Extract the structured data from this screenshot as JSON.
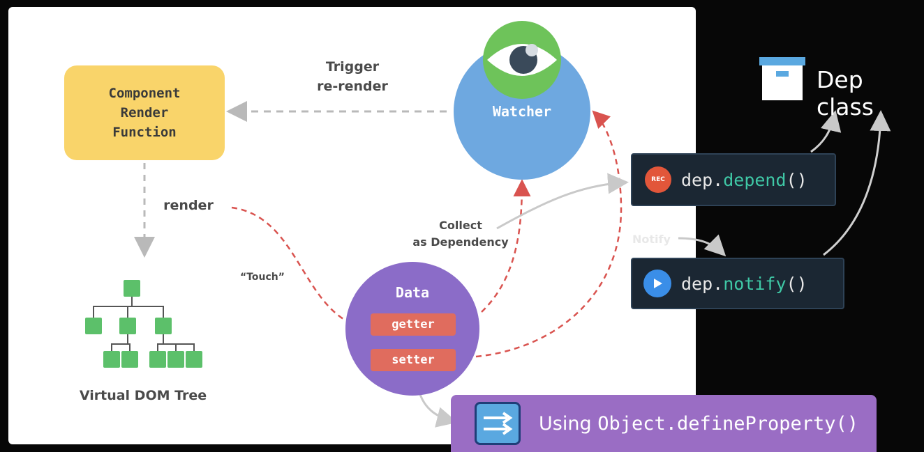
{
  "colors": {
    "render_box": "#f9d46a",
    "watcher": "#6ea8e0",
    "eye_ring": "#6ec35a",
    "data": "#8b6cc8",
    "getter_setter": "#e06c5e",
    "dashed_arrow": "#d9534f",
    "gray_arrow": "#b9b9b9",
    "code_bg": "#1b2733",
    "code_fn": "#3fc8a6",
    "tree_node": "#5cc06a",
    "define_bar": "#9a6dc4"
  },
  "render_box": {
    "text": "Component\nRender\nFunction"
  },
  "trigger_label": "Trigger\nre-render",
  "render_label": "render",
  "touch_label": "“Touch”",
  "collect_label": "Collect\nas Dependency",
  "vdom_label": "Virtual DOM Tree",
  "watcher": {
    "title": "Watcher",
    "icon": "eye-icon"
  },
  "data_node": {
    "title": "Data",
    "getter": "getter",
    "setter": "setter"
  },
  "dep_class": {
    "label": "Dep class",
    "icon": "archive-box-icon"
  },
  "depend": {
    "badge": "REC",
    "object": "dep.",
    "method": "depend",
    "parens": "()"
  },
  "notify": {
    "label": "Notify",
    "object": "dep.",
    "method": "notify",
    "parens": "()",
    "icon": "play-icon"
  },
  "define_property": {
    "prefix": "Using",
    "code": "Object.defineProperty()",
    "icon": "arrows-right-icon"
  }
}
